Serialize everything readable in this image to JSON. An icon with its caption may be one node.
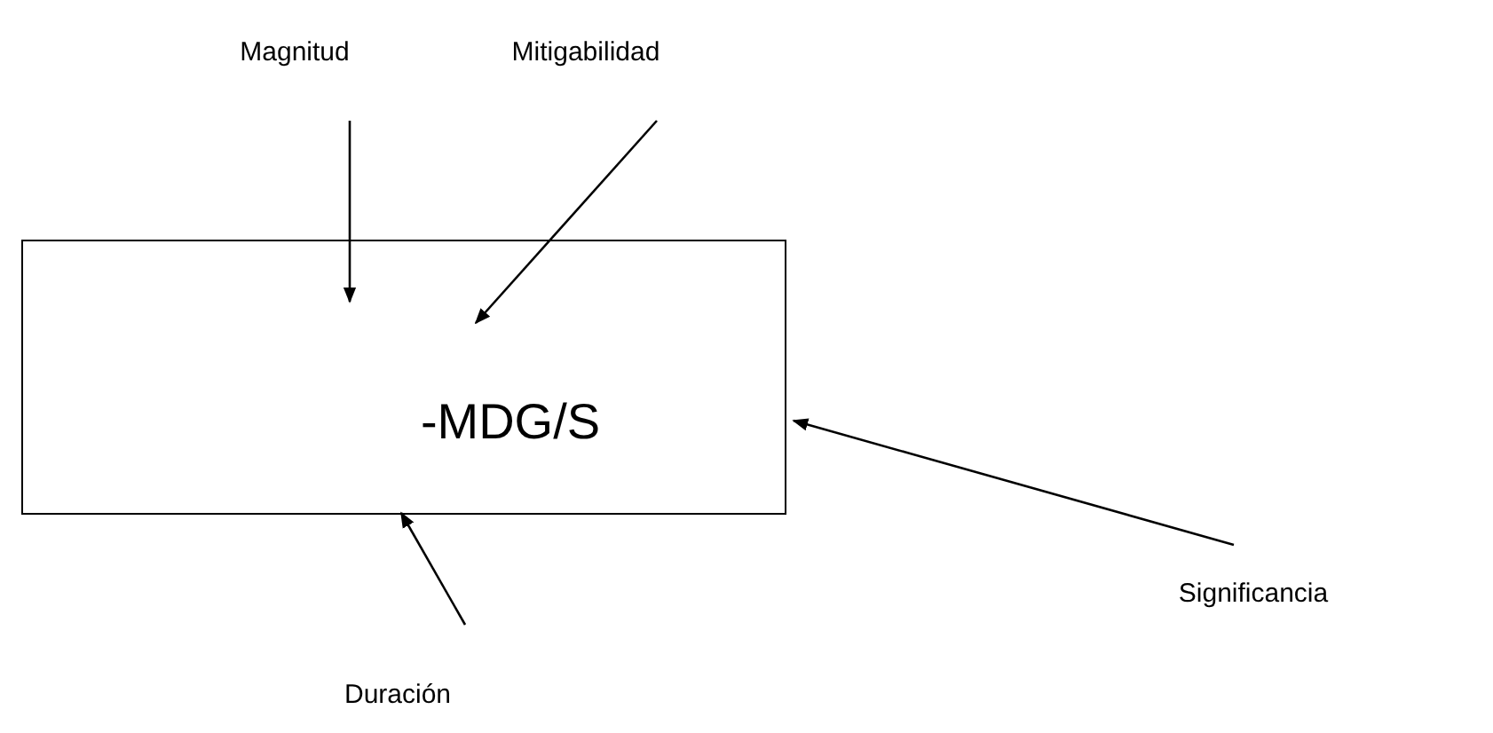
{
  "diagram": {
    "nodes": [
      {
        "text": [
          "Magnitud"
        ]
      },
      {
        "text": [
          "Mitigabilidad"
        ]
      },
      {
        "text": [
          "-MDG/S"
        ]
      },
      {
        "text": [
          "Significancia"
        ]
      },
      {
        "text": [
          "Duración"
        ]
      }
    ],
    "edges": [
      {
        "from": 0,
        "to": 2,
        "arrow": "to"
      },
      {
        "from": 1,
        "to": 2,
        "arrow": "to"
      },
      {
        "from": 3,
        "to": 2,
        "arrow": "to"
      },
      {
        "from": 4,
        "to": 2,
        "arrow": "to"
      }
    ]
  }
}
